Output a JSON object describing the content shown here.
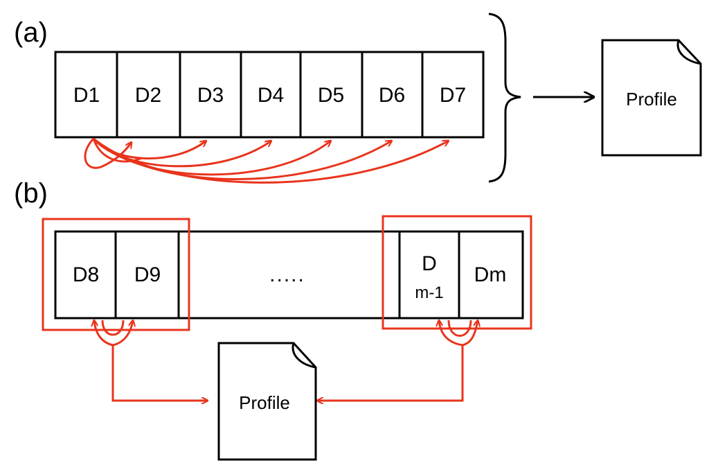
{
  "panel_a": {
    "label": "(a)",
    "cells": [
      "D1",
      "D2",
      "D3",
      "D4",
      "D5",
      "D6",
      "D7"
    ],
    "document_label": "Profile"
  },
  "panel_b": {
    "label": "(b)",
    "left_cells": [
      "D8",
      "D9"
    ],
    "ellipsis": ".....",
    "right_cells": [
      {
        "line1": "D",
        "line2": "m-1"
      },
      {
        "line1": "Dm",
        "line2": ""
      }
    ],
    "document_label": "Profile"
  },
  "colors": {
    "outline": "#000000",
    "highlight": "#e8341c"
  }
}
